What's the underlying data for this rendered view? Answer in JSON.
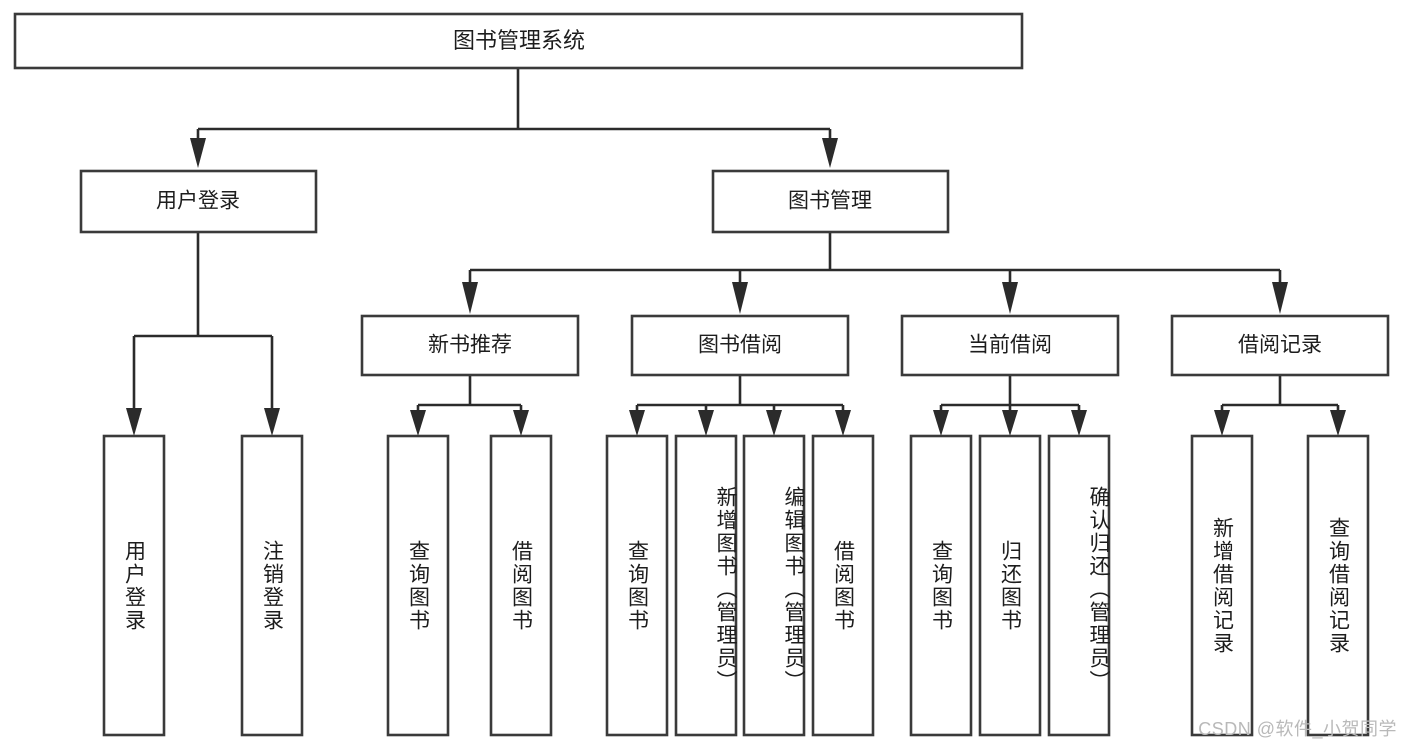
{
  "diagram": {
    "type": "tree-hierarchy-chart",
    "title": "图书管理系统",
    "watermark": "CSDN @软件_小贺同学",
    "colors": {
      "box_stroke": "#3a3a3a",
      "connector": "#2b2b2b",
      "background": "#ffffff",
      "text": "#1d1d1d",
      "watermark": "#b9b9b9"
    },
    "root": {
      "label": "图书管理系统"
    },
    "level2": [
      {
        "label": "用户登录"
      },
      {
        "label": "图书管理"
      }
    ],
    "level3": [
      {
        "label": "新书推荐"
      },
      {
        "label": "图书借阅"
      },
      {
        "label": "当前借阅"
      },
      {
        "label": "借阅记录"
      }
    ],
    "leaves": {
      "user_login": [
        {
          "label": "用户登录"
        },
        {
          "label": "注销登录"
        }
      ],
      "new_book_recommend": [
        {
          "label": "查询图书"
        },
        {
          "label": "借阅图书"
        }
      ],
      "book_borrow": [
        {
          "label": "查询图书"
        },
        {
          "label": "新增图书（管理员）"
        },
        {
          "label": "编辑图书（管理员）"
        },
        {
          "label": "借阅图书"
        }
      ],
      "current_borrow": [
        {
          "label": "查询图书"
        },
        {
          "label": "归还图书"
        },
        {
          "label": "确认归还（管理员）"
        }
      ],
      "borrow_record": [
        {
          "label": "新增借阅记录"
        },
        {
          "label": "查询借阅记录"
        }
      ]
    }
  }
}
